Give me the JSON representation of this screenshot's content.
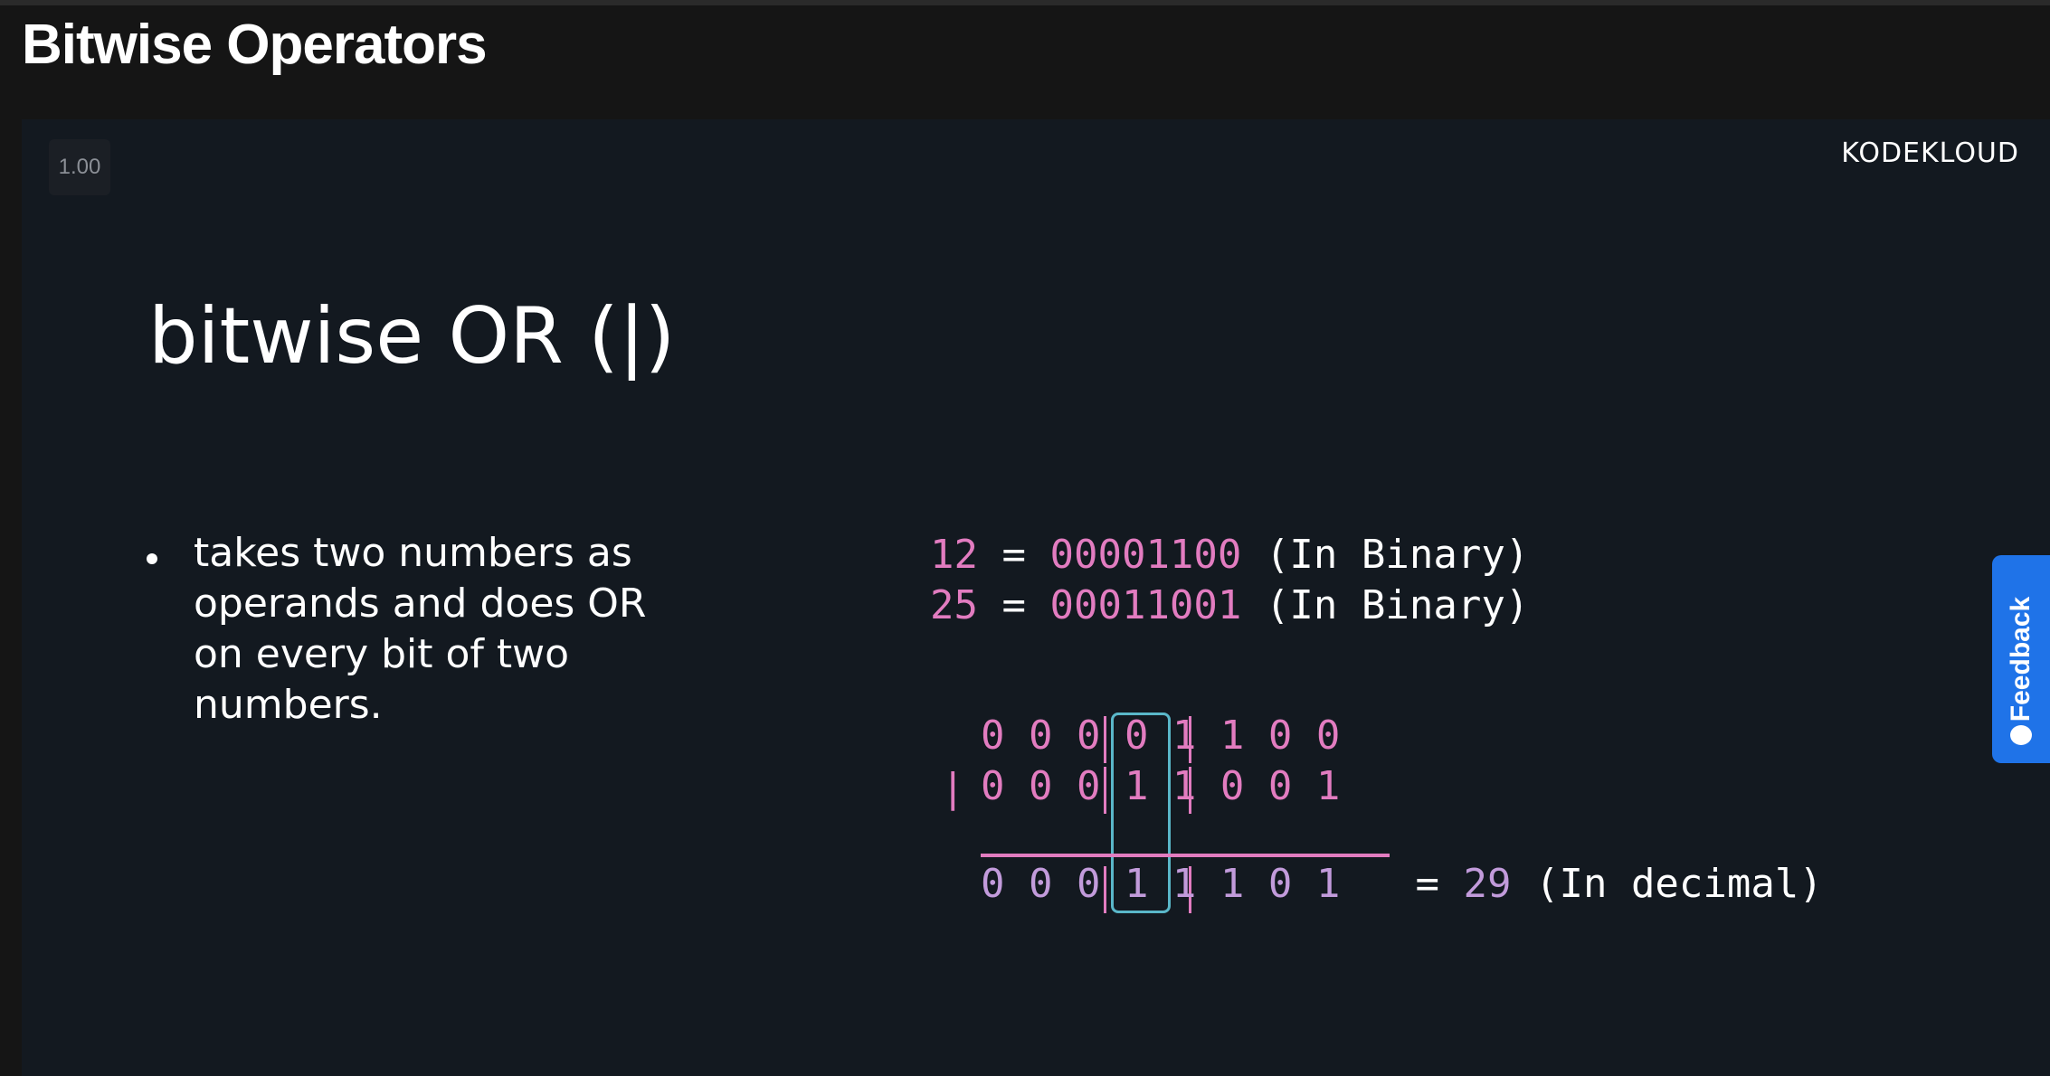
{
  "header": {
    "title": "Bitwise Operators"
  },
  "player": {
    "speed": "1.00",
    "brand": "KODEKLOUD"
  },
  "slide": {
    "title": "bitwise OR (|)",
    "bullet": "takes two numbers as operands and does OR on every bit of two numbers.",
    "line1": {
      "num": "12",
      "eq": "=",
      "bin": "00001100",
      "note": "(In Binary)"
    },
    "line2": {
      "num": "25",
      "eq": "=",
      "bin": "00011001",
      "note": "(In Binary)"
    },
    "operator": "|",
    "rowA": "0 0 0 0 1 1 0 0",
    "rowB": "0 0 0 1 1 0 0 1",
    "rowResult": "0 0 0 1 1 1 0 1",
    "result_eq": "=",
    "result_value": "29",
    "result_note": "(In decimal)"
  },
  "feedback": {
    "label": "Feedback"
  },
  "colors": {
    "accent_pink": "#e27cc0",
    "accent_lavender": "#c29bdb",
    "highlight": "#5ab7c9",
    "feedback_blue": "#1f73e8"
  }
}
